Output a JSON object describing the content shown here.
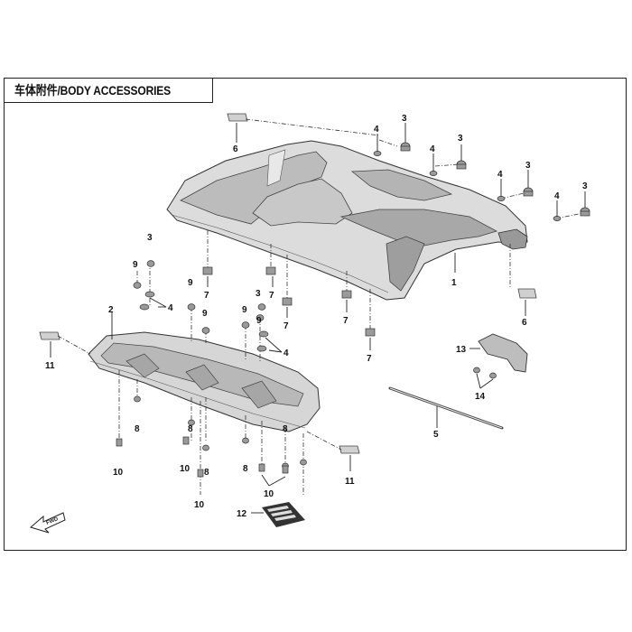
{
  "title": "车体附件/BODY ACCESSORIES",
  "fwd_label": "FWD",
  "callouts": [
    {
      "id": "c1",
      "label": "1"
    },
    {
      "id": "c2",
      "label": "2"
    },
    {
      "id": "c3a",
      "label": "3"
    },
    {
      "id": "c3b",
      "label": "3"
    },
    {
      "id": "c3c",
      "label": "3"
    },
    {
      "id": "c3d",
      "label": "3"
    },
    {
      "id": "c3e",
      "label": "3"
    },
    {
      "id": "c3f",
      "label": "3"
    },
    {
      "id": "c4a",
      "label": "4"
    },
    {
      "id": "c4b",
      "label": "4"
    },
    {
      "id": "c4c",
      "label": "4"
    },
    {
      "id": "c4d",
      "label": "4"
    },
    {
      "id": "c4e",
      "label": "4"
    },
    {
      "id": "c4f",
      "label": "4"
    },
    {
      "id": "c5",
      "label": "5"
    },
    {
      "id": "c6a",
      "label": "6"
    },
    {
      "id": "c6b",
      "label": "6"
    },
    {
      "id": "c7a",
      "label": "7"
    },
    {
      "id": "c7b",
      "label": "7"
    },
    {
      "id": "c7c",
      "label": "7"
    },
    {
      "id": "c7d",
      "label": "7"
    },
    {
      "id": "c7e",
      "label": "7"
    },
    {
      "id": "c8a",
      "label": "8"
    },
    {
      "id": "c8b",
      "label": "8"
    },
    {
      "id": "c8c",
      "label": "8"
    },
    {
      "id": "c8d",
      "label": "8"
    },
    {
      "id": "c8e",
      "label": "8"
    },
    {
      "id": "c9a",
      "label": "9"
    },
    {
      "id": "c9b",
      "label": "9"
    },
    {
      "id": "c9c",
      "label": "9"
    },
    {
      "id": "c9d",
      "label": "9"
    },
    {
      "id": "c9e",
      "label": "9"
    },
    {
      "id": "c10a",
      "label": "10"
    },
    {
      "id": "c10b",
      "label": "10"
    },
    {
      "id": "c10c",
      "label": "10"
    },
    {
      "id": "c10d",
      "label": "10"
    },
    {
      "id": "c11a",
      "label": "11"
    },
    {
      "id": "c11b",
      "label": "11"
    },
    {
      "id": "c12",
      "label": "12"
    },
    {
      "id": "c13",
      "label": "13"
    },
    {
      "id": "c14",
      "label": "14"
    }
  ]
}
